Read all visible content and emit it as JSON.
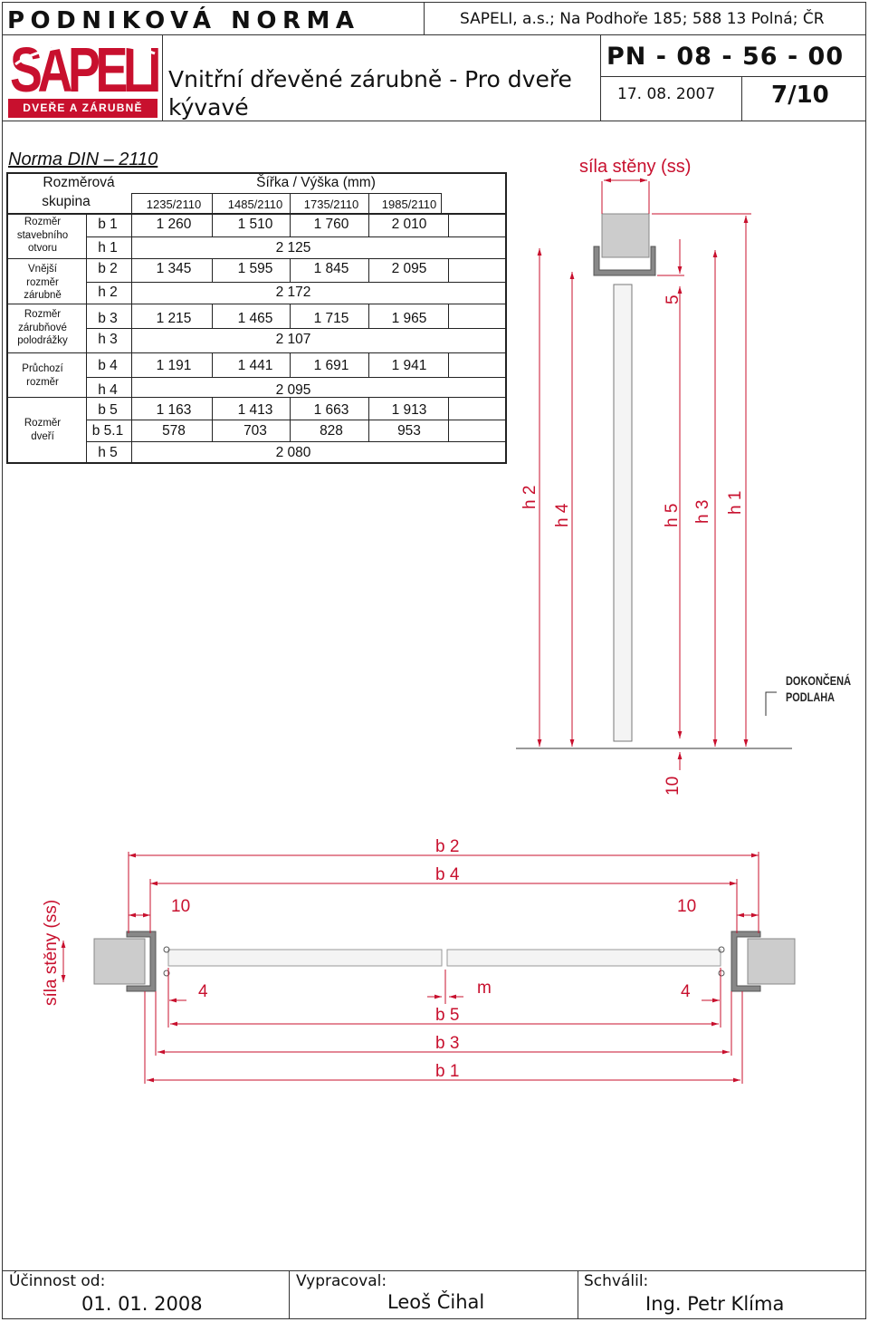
{
  "header": {
    "title": "PODNIKOVÁ NORMA",
    "company": "SAPELI, a.s.; Na Podhoře 185; 588 13 Polná; ČR",
    "logo_text": "SAPELI",
    "logo_sub": "DVEŘE A ZÁRUBNĚ",
    "document_title": "Vnitřní dřevěné zárubně - Pro dveře kývavé",
    "pn": "PN - 08 - 56 - 00",
    "date": "17. 08. 2007",
    "page": "7/10"
  },
  "table": {
    "norm": "Norma DIN – 2110",
    "group_label_1": "Rozměrová",
    "group_label_2": "skupina",
    "header_main": "Šířka / Výška (mm)",
    "columns": [
      "1235/2110",
      "1485/2110",
      "1735/2110",
      "1985/2110"
    ],
    "groups": [
      {
        "label": [
          "Rozměr",
          "stavebního",
          "otvoru"
        ],
        "rows": [
          {
            "key": "b 1",
            "values": [
              "1 260",
              "1 510",
              "1 760",
              "2 010"
            ]
          },
          {
            "key": "h 1",
            "values": [
              "2 125"
            ]
          }
        ]
      },
      {
        "label": [
          "Vnější",
          "rozměr",
          "zárubně"
        ],
        "rows": [
          {
            "key": "b 2",
            "values": [
              "1 345",
              "1 595",
              "1 845",
              "2 095"
            ]
          },
          {
            "key": "h 2",
            "values": [
              "2 172"
            ]
          }
        ]
      },
      {
        "label": [
          "Rozměr",
          "zárubňové",
          "polodrážky"
        ],
        "rows": [
          {
            "key": "b 3",
            "values": [
              "1 215",
              "1 465",
              "1 715",
              "1 965"
            ]
          },
          {
            "key": "h 3",
            "values": [
              "2 107"
            ]
          }
        ]
      },
      {
        "label": [
          "Průchozí",
          "rozměr"
        ],
        "rows": [
          {
            "key": "b 4",
            "values": [
              "1 191",
              "1 441",
              "1 691",
              "1 941"
            ]
          },
          {
            "key": "h 4",
            "values": [
              "2 095"
            ]
          }
        ]
      },
      {
        "label": [
          "Rozměr",
          "dveří"
        ],
        "rows": [
          {
            "key": "b 5",
            "values": [
              "1 163",
              "1 413",
              "1 663",
              "1 913"
            ]
          },
          {
            "key": "b 5.1",
            "values": [
              "578",
              "703",
              "828",
              "953"
            ]
          },
          {
            "key": "h 5",
            "values": [
              "2 080"
            ]
          }
        ]
      }
    ]
  },
  "drawing": {
    "wall_thickness": "síla stěny (ss)",
    "floor_1": "DOKONČENÁ",
    "floor_2": "PODLAHA",
    "v_labels": {
      "h2": "h 2",
      "h4": "h 4",
      "h5": "h 5",
      "h3": "h 3",
      "h1": "h 1",
      "five": "5",
      "ten": "10"
    },
    "b_labels": {
      "b2": "b 2",
      "b4": "b 4",
      "b5": "b 5",
      "b3": "b 3",
      "b1": "b 1",
      "m": "m",
      "ten_l": "10",
      "ten_r": "10",
      "four_l": "4",
      "four_r": "4"
    }
  },
  "footer": {
    "valid_label": "Účinnost od:",
    "valid_value": "01. 01. 2008",
    "prepared_label": "Vypracoval:",
    "prepared_value": "Leoš Čihal",
    "approved_label": "Schválil:",
    "approved_value": "Ing. Petr Klíma"
  },
  "colors": {
    "accent": "#c8102e",
    "line": "#333333",
    "frame_gray": "#777777",
    "wall_gray": "#cccccc"
  }
}
